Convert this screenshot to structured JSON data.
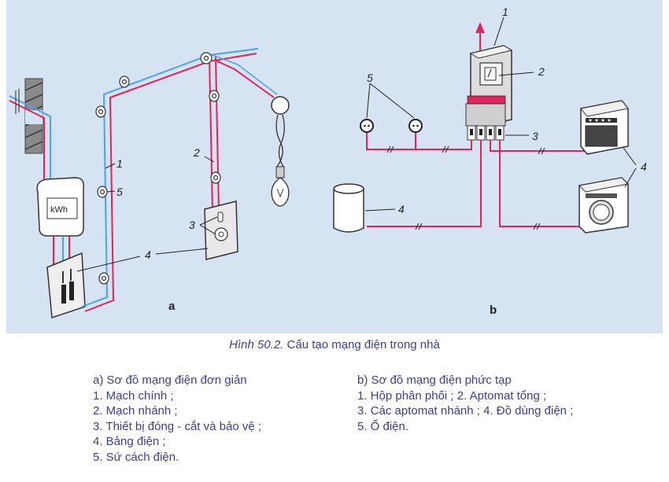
{
  "figure": {
    "panel_a": {
      "letter": "a",
      "meter_label": "kWh",
      "callouts": [
        "1",
        "2",
        "3",
        "4",
        "5"
      ]
    },
    "panel_b": {
      "letter": "b",
      "callouts": [
        "1",
        "2",
        "3",
        "4",
        "5"
      ]
    },
    "colors": {
      "background": "#d6e3f2",
      "wire_red": "#e2245a",
      "wire_blue": "#4aa3e6",
      "text": "#3a3f8f"
    }
  },
  "caption": {
    "number": "Hình 50.2.",
    "text": "Cấu tạo mạng điện trong nhà"
  },
  "legend_a": [
    "a) Sơ đồ mạng điện đơn giản",
    "1. Mạch chính ;",
    "2. Mạch nhánh ;",
    "3. Thiết bị đóng - cắt và bảo vệ ;",
    "4. Bảng điện ;",
    "5. Sứ cách điện."
  ],
  "legend_b": [
    "b) Sơ đồ mạng điện phức tạp",
    "1. Hộp phân phối ; 2. Aptomat tổng ;",
    "3. Các aptomat nhánh ; 4. Đồ dùng điện ;",
    "5. Ổ điện."
  ]
}
